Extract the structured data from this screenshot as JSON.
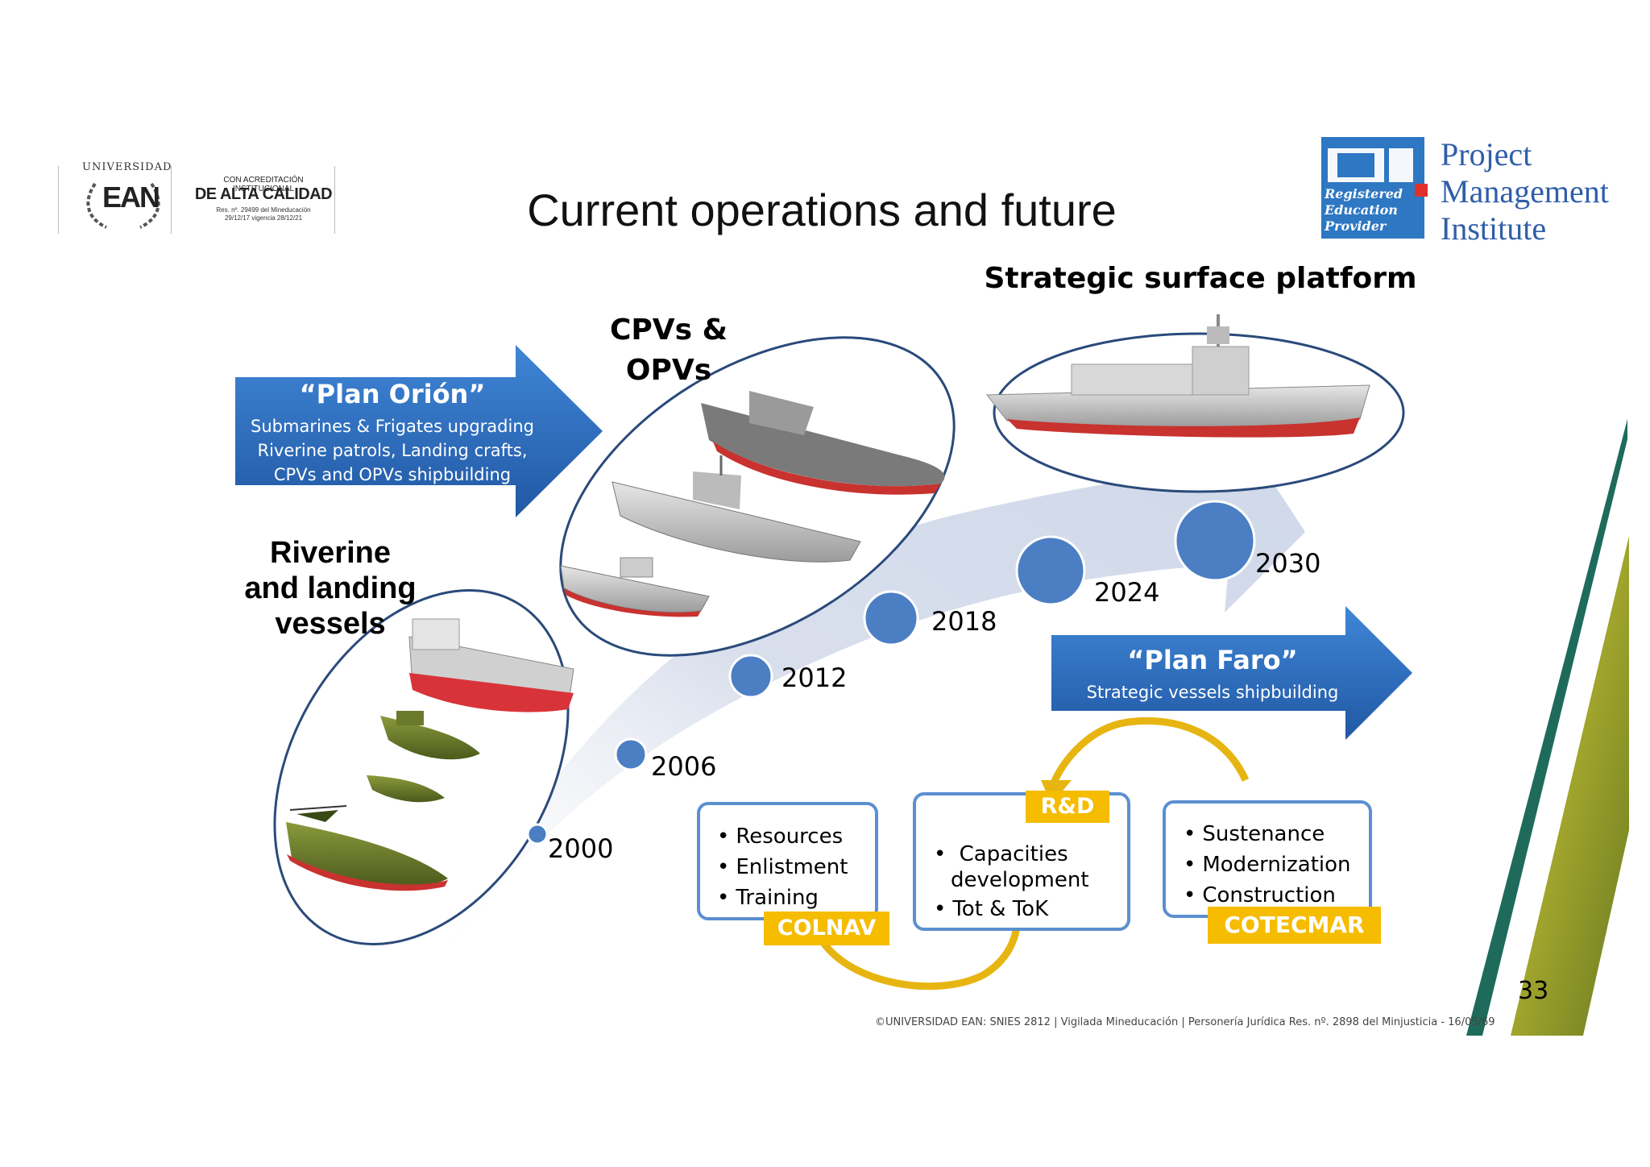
{
  "header": {
    "ean_logo": {
      "universidad": "UNIVERSIDAD",
      "ean": "EAN",
      "accreditation_line1": "CON ACREDITACIÓN INSTITUCIONAL",
      "accreditation_line2": "DE ALTA CALIDAD",
      "accreditation_line3": "Res. nº. 29499 del Mineducación",
      "accreditation_line4": "29/12/17 vigencia 28/12/21"
    },
    "title": "Current operations and future",
    "pmi_logo": {
      "mark_line1": "Registered",
      "mark_line2": "Education",
      "mark_line3": "Provider",
      "name_line1": "Project",
      "name_line2": "Management",
      "name_line3": "Institute"
    }
  },
  "groups": {
    "riverine": {
      "line1": "Riverine",
      "line2": "and landing",
      "line3": "vessels"
    },
    "cpvs": {
      "line1": "CPVs &",
      "line2": "OPVs"
    },
    "strategic": {
      "title": "Strategic surface platform"
    }
  },
  "plan_orion": {
    "title": "“Plan Orión”",
    "line1": "Submarines & Frigates upgrading",
    "line2": "Riverine patrols, Landing crafts,",
    "line3": "CPVs and OPVs shipbuilding"
  },
  "plan_faro": {
    "title": "“Plan Faro”",
    "subtitle": "Strategic vessels shipbuilding"
  },
  "timeline": {
    "years": [
      "2000",
      "2006",
      "2012",
      "2018",
      "2024",
      "2030"
    ]
  },
  "boxes": {
    "colnav": {
      "items": [
        "Resources",
        "Enlistment",
        "Training"
      ],
      "tag": "COLNAV"
    },
    "rd": {
      "item1_line1": "Capacities",
      "item1_line2": "development",
      "item2": "Tot & ToK",
      "tag": "R&D"
    },
    "cotecmar": {
      "items": [
        "Sustenance",
        "Modernization",
        "Construction"
      ],
      "tag": "COTECMAR"
    }
  },
  "footer": {
    "copyright": "©UNIVERSIDAD EAN: SNIES 2812 | Vigilada Mineducación | Personería Jurídica Res. nº. 2898 del Minjusticia - 16/05/69",
    "page_number": "33"
  },
  "colors": {
    "arrow_blue": "#2e6dbb",
    "timeline_dot": "#4b7ec3",
    "sweep_arrow": "#d5dcea",
    "tag_yellow": "#f5bc00",
    "box_border": "#5b8fd0",
    "ellipse_border": "#2a4a7a",
    "pmi_blue": "#2e77c2",
    "stripe_green": "#1e6b5c"
  },
  "icons": [
    "ship-illustration",
    "laurel-wreath-icon",
    "pmi-logo-mark",
    "curved-cycle-arrow"
  ]
}
